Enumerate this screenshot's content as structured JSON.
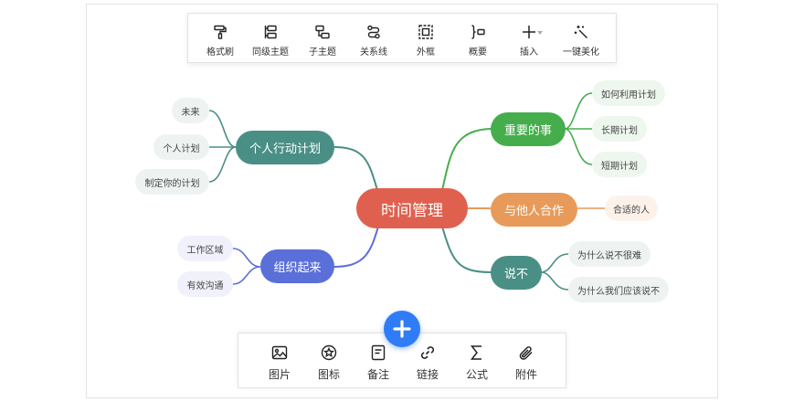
{
  "toolbar": {
    "items": [
      {
        "label": "格式刷",
        "icon": "format-painter-icon"
      },
      {
        "label": "同级主题",
        "icon": "sibling-topic-icon"
      },
      {
        "label": "子主题",
        "icon": "subtopic-icon"
      },
      {
        "label": "关系线",
        "icon": "relation-line-icon"
      },
      {
        "label": "外框",
        "icon": "outer-frame-icon"
      },
      {
        "label": "概要",
        "icon": "summary-bracket-icon"
      },
      {
        "label": "插入",
        "icon": "insert-plus-icon"
      },
      {
        "label": "一键美化",
        "icon": "magic-wand-icon"
      }
    ]
  },
  "mindmap": {
    "root": {
      "label": "时间管理",
      "color": "#e0604f"
    },
    "branches": [
      {
        "label": "重要的事",
        "color": "#46ad4d",
        "leaf_bg": "#eef7ee",
        "children": [
          "如何利用计划",
          "长期计划",
          "短期计划"
        ]
      },
      {
        "label": "与他人合作",
        "color": "#e89a5a",
        "leaf_bg": "#fdf2ea",
        "children": [
          "合适的人"
        ]
      },
      {
        "label": "说不",
        "color": "#4a8f86",
        "leaf_bg": "#eef3f2",
        "children": [
          "为什么说不很难",
          "为什么我们应该说不"
        ]
      },
      {
        "label": "个人行动计划",
        "color": "#4a8f86",
        "leaf_bg": "#eef3f2",
        "children": [
          "未来",
          "个人计划",
          "制定你的计划"
        ]
      },
      {
        "label": "组织起来",
        "color": "#5b6fd8",
        "leaf_bg": "#f0f1fb",
        "children": [
          "工作区域",
          "有效沟通"
        ]
      }
    ]
  },
  "bottombar": {
    "items": [
      {
        "label": "图片",
        "icon": "image-icon"
      },
      {
        "label": "图标",
        "icon": "sticker-icon"
      },
      {
        "label": "备注",
        "icon": "note-icon"
      },
      {
        "label": "链接",
        "icon": "link-icon"
      },
      {
        "label": "公式",
        "icon": "formula-sigma-icon"
      },
      {
        "label": "附件",
        "icon": "paperclip-icon"
      }
    ]
  },
  "fab": {
    "icon": "plus-icon",
    "color": "#2f7cf6"
  }
}
